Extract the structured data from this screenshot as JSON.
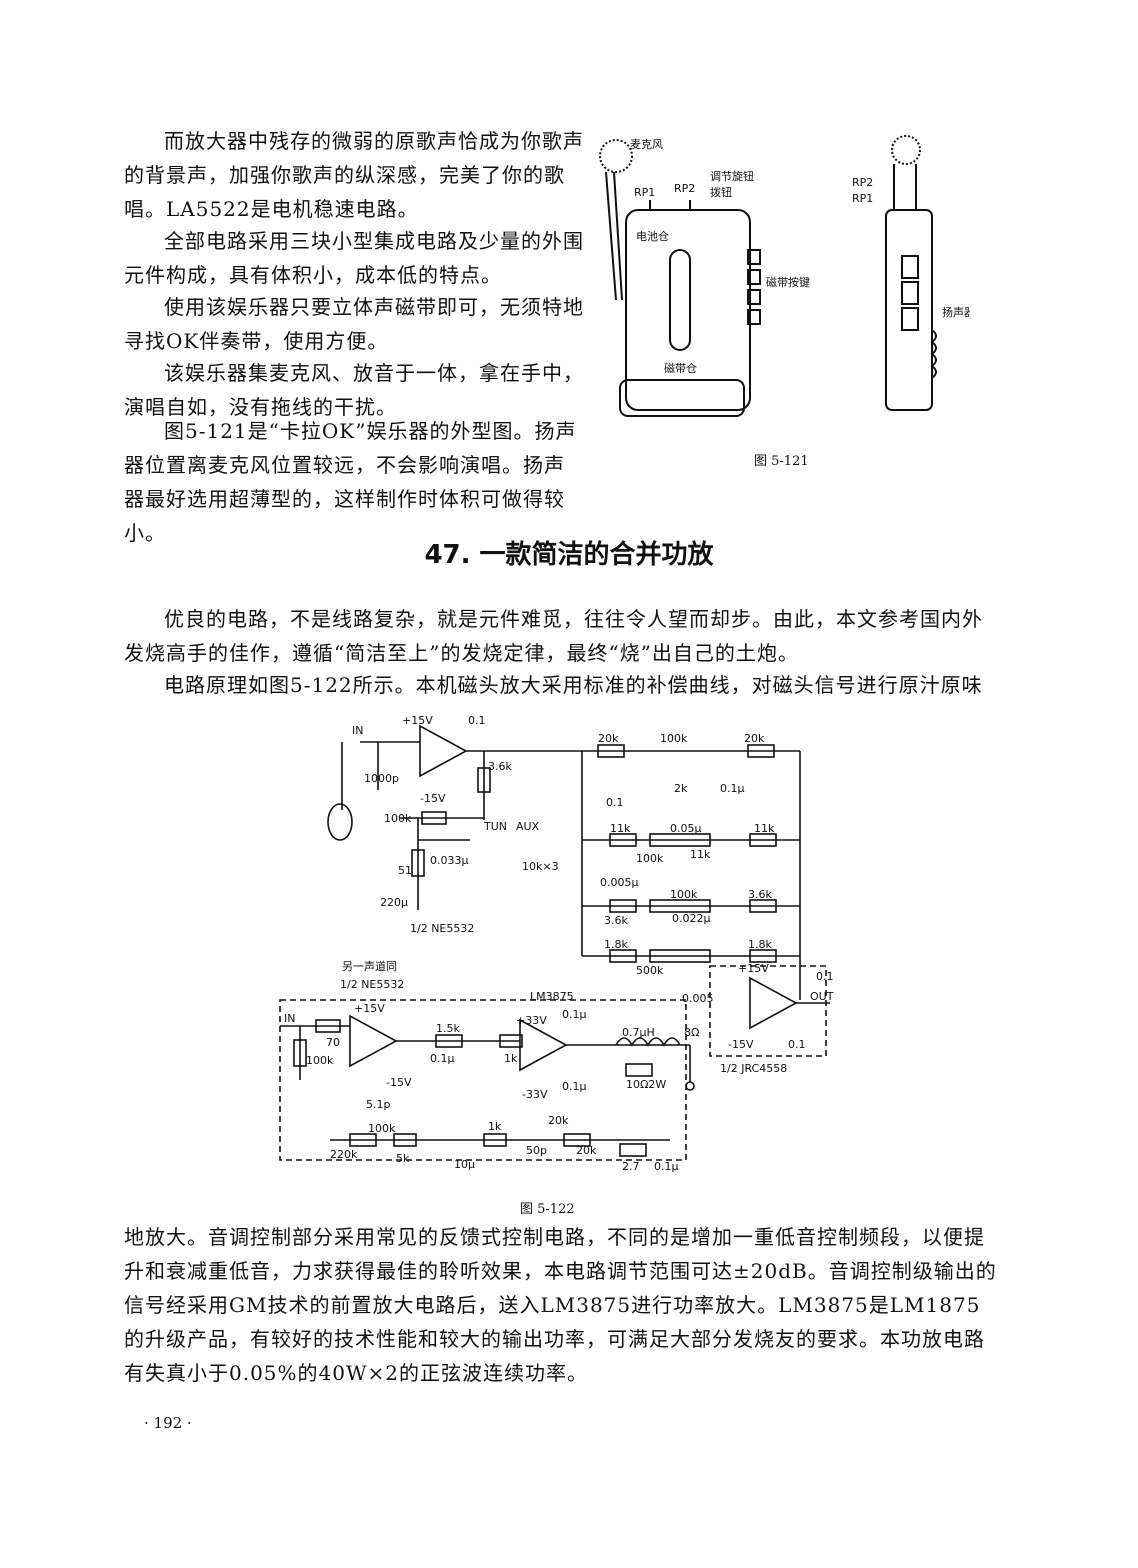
{
  "intro_paragraphs": [
    "而放大器中残存的微弱的原歌声恰成为你歌声的背景声，加强你歌声的纵深感，完美了你的歌唱。LA5522是电机稳速电路。",
    "全部电路采用三块小型集成电路及少量的外围元件构成，具有体积小，成本低的特点。",
    "使用该娱乐器只要立体声磁带即可，无须特地寻找OK伴奏带，使用方便。",
    "该娱乐器集麦克风、放音于一体，拿在手中，演唱自如，没有拖线的干扰。",
    "图5-121是“卡拉OK”娱乐器的外型图。扬声器位置离麦克风位置较远，不会影响演唱。扬声器最好选用超薄型的，这样制作时体积可做得较小。"
  ],
  "figure_121": {
    "caption": "图 5-121",
    "labels": {
      "microphone": "麦克风",
      "adjust_knob": "调节旋钮",
      "knob": "拨钮",
      "rp1": "RP1",
      "rp2": "RP2",
      "battery": "电池仓",
      "tape_keys": "磁带按键",
      "tape_bay": "磁带仓",
      "speaker": "扬声器"
    }
  },
  "section_title": "47. 一款简洁的合并功放",
  "body_paragraphs": [
    "优良的电路，不是线路复杂，就是元件难觅，往往令人望而却步。由此，本文参考国内外发烧高手的佳作，遵循“简洁至上”的发烧定律，最终“烧”出自己的土炮。",
    "电路原理如图5-122所示。本机磁头放大采用标准的补偿曲线，对磁头信号进行原汁原味"
  ],
  "figure_122": {
    "caption": "图 5-122",
    "labels": {
      "in_top": "IN",
      "in_bottom": "IN",
      "out": "OUT",
      "plus15v": "+15V",
      "minus15v": "-15V",
      "plus33v": "+33V",
      "minus33v": "-33V",
      "c01": "0.1",
      "c01u": "0.1μ",
      "c1000p": "1000p",
      "r36k": "3.6k",
      "r100k": "100k",
      "r20k": "20k",
      "r2k": "2k",
      "r11k": "11k",
      "r18k": "1.8k",
      "r500k": "500k",
      "r51": "51",
      "c220u": "220μ",
      "c0033u": "0.033μ",
      "c005u": "0.05μ",
      "c0005u": "0.005μ",
      "c0022u": "0.022μ",
      "c0005": "0.005",
      "tun": "TUN",
      "aux": "AUX",
      "r10kx3": "10k×3",
      "ne5532_half": "1/2 NE5532",
      "other_channel": "另一声道同",
      "lm3875": "LM3875",
      "jrc4558": "1/2  JRC4558",
      "r70": "70",
      "r15k": "1.5k",
      "r1k": "1k",
      "l07uh": "0.7μH",
      "r102w": "10Ω2W",
      "sp": "8Ω",
      "c51p": "5.1p",
      "r220k": "220k",
      "r5k": "5k",
      "c10u": "10μ",
      "c50p": "50p",
      "r27": "2.7"
    }
  },
  "closing_paragraph": "地放大。音调控制部分采用常见的反馈式控制电路，不同的是增加一重低音控制频段，以便提升和衰减重低音，力求获得最佳的聆听效果，本电路调节范围可达±20dB。音调控制级输出的信号经采用GM技术的前置放大电路后，送入LM3875进行功率放大。LM3875是LM1875的升级产品，有较好的技术性能和较大的输出功率，可满足大部分发烧友的要求。本功放电路有失真小于0.05%的40W×2的正弦波连续功率。",
  "page_number": "· 192 ·"
}
